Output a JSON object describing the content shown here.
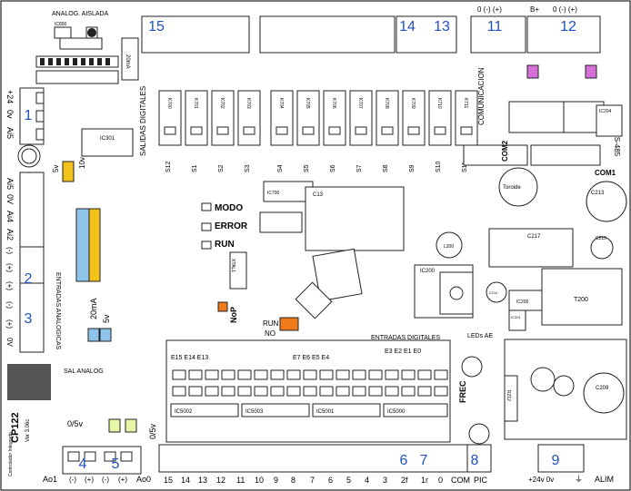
{
  "board": {
    "model": "CP122",
    "version": "Ver 3.06c",
    "subtitle": "Controlador Integrado",
    "colors": {
      "accent_blue": "#1f4fc0",
      "highlight_yellow": "#f2c21b",
      "highlight_blue": "#8ec3ea",
      "highlight_orange": "#f07a1a",
      "highlight_magenta": "#d86fd8",
      "highlight_green": "#e5f7a6"
    }
  },
  "section_labels": {
    "analog_isolated": "ANALOG. AISLADA",
    "digital_outputs": "SALIDAS DIGITALES",
    "communication": "COMUNICACION",
    "rs485": "RS-485",
    "com1": "COM1",
    "com2": "COM2",
    "analog_inputs": "ENTRADAS ANALOGICAS",
    "digital_inputs": "ENTRADAS DIGITALES",
    "analog_output": "SAL ANALOG",
    "leds_ae": "LEDs AE",
    "frec": "FREC",
    "modo": "MODO",
    "error": "ERROR",
    "run": "RUN",
    "nop": "NoP",
    "run_no_run": "RUN",
    "run_no_no": "NO",
    "toroide": "Toroide",
    "alim": "ALIM",
    "ma20": "20mA",
    "v5": "5v",
    "v10": "10v",
    "ma20_lower": "20mA",
    "v5_lower": "5v",
    "v05_left": "0/5v",
    "v05_right": "0/5v",
    "e_group": "E3 E2 E1 E0",
    "e_group2": "E15 E14 E13",
    "e_mid": "E7 E6 E5 E4"
  },
  "left_terminal": {
    "top": [
      "+24",
      "0v",
      "Ai5"
    ],
    "mid": [
      "Ai5",
      "0V",
      "Ai4",
      "Ai2"
    ],
    "low": [
      "(-)",
      "(+)",
      "(+)",
      "(-)",
      "(+)",
      "0V"
    ]
  },
  "bottom_labels": {
    "ao1": "Ao1",
    "minus1": "(-)",
    "plus1": "(+)",
    "minus2": "(-)",
    "plus2": "(+)",
    "ao0": "Ao0",
    "inputs": [
      "15",
      "14",
      "13",
      "12",
      "11",
      "10",
      "9",
      "8",
      "7",
      "6",
      "5",
      "4",
      "3",
      "2f",
      "1r",
      "0",
      "COM"
    ],
    "pic": "PIC",
    "power": "+24v  0v",
    "ground": "⏚"
  },
  "top_right_labels": {
    "com_a": "0  (-) (+)",
    "b_plus": "B+",
    "com_b": "0  (-) (+)"
  },
  "markers": [
    {
      "id": "m1",
      "label": "1"
    },
    {
      "id": "m2",
      "label": "2"
    },
    {
      "id": "m3",
      "label": "3"
    },
    {
      "id": "m4",
      "label": "4"
    },
    {
      "id": "m5",
      "label": "5"
    },
    {
      "id": "m6",
      "label": "6"
    },
    {
      "id": "m7",
      "label": "7"
    },
    {
      "id": "m8",
      "label": "8"
    },
    {
      "id": "m9",
      "label": "9"
    },
    {
      "id": "m11",
      "label": "11"
    },
    {
      "id": "m12",
      "label": "12"
    },
    {
      "id": "m13",
      "label": "13"
    },
    {
      "id": "m14",
      "label": "14"
    },
    {
      "id": "m15",
      "label": "15"
    }
  ],
  "relays": [
    "K700",
    "K701",
    "K702",
    "K703",
    "K704",
    "K705",
    "K706",
    "K707",
    "K708",
    "K709",
    "K710",
    "K711"
  ],
  "relay_outputs": [
    "S12",
    "S1",
    "S2",
    "S3",
    "S4",
    "S5",
    "S6",
    "S7",
    "S8",
    "S9",
    "S10",
    "S11"
  ],
  "ics": {
    "ic800": "IC800",
    "ic301": "IC301",
    "ic700": "IC700",
    "c13": "C13",
    "ic200": "IC200",
    "c217": "C217",
    "t200": "T200",
    "ic5002": "IC5002",
    "ic5003": "IC5003",
    "ic5001": "IC5001",
    "ic5000": "IC5000",
    "ic204": "IC204",
    "l200": "L200",
    "c213": "C213",
    "c215": "C215",
    "c209": "C209",
    "r212": "R212",
    "ic206": "IC206",
    "ic201": "IC201",
    "xtal1": "XTAL1",
    "c211": "C211"
  }
}
